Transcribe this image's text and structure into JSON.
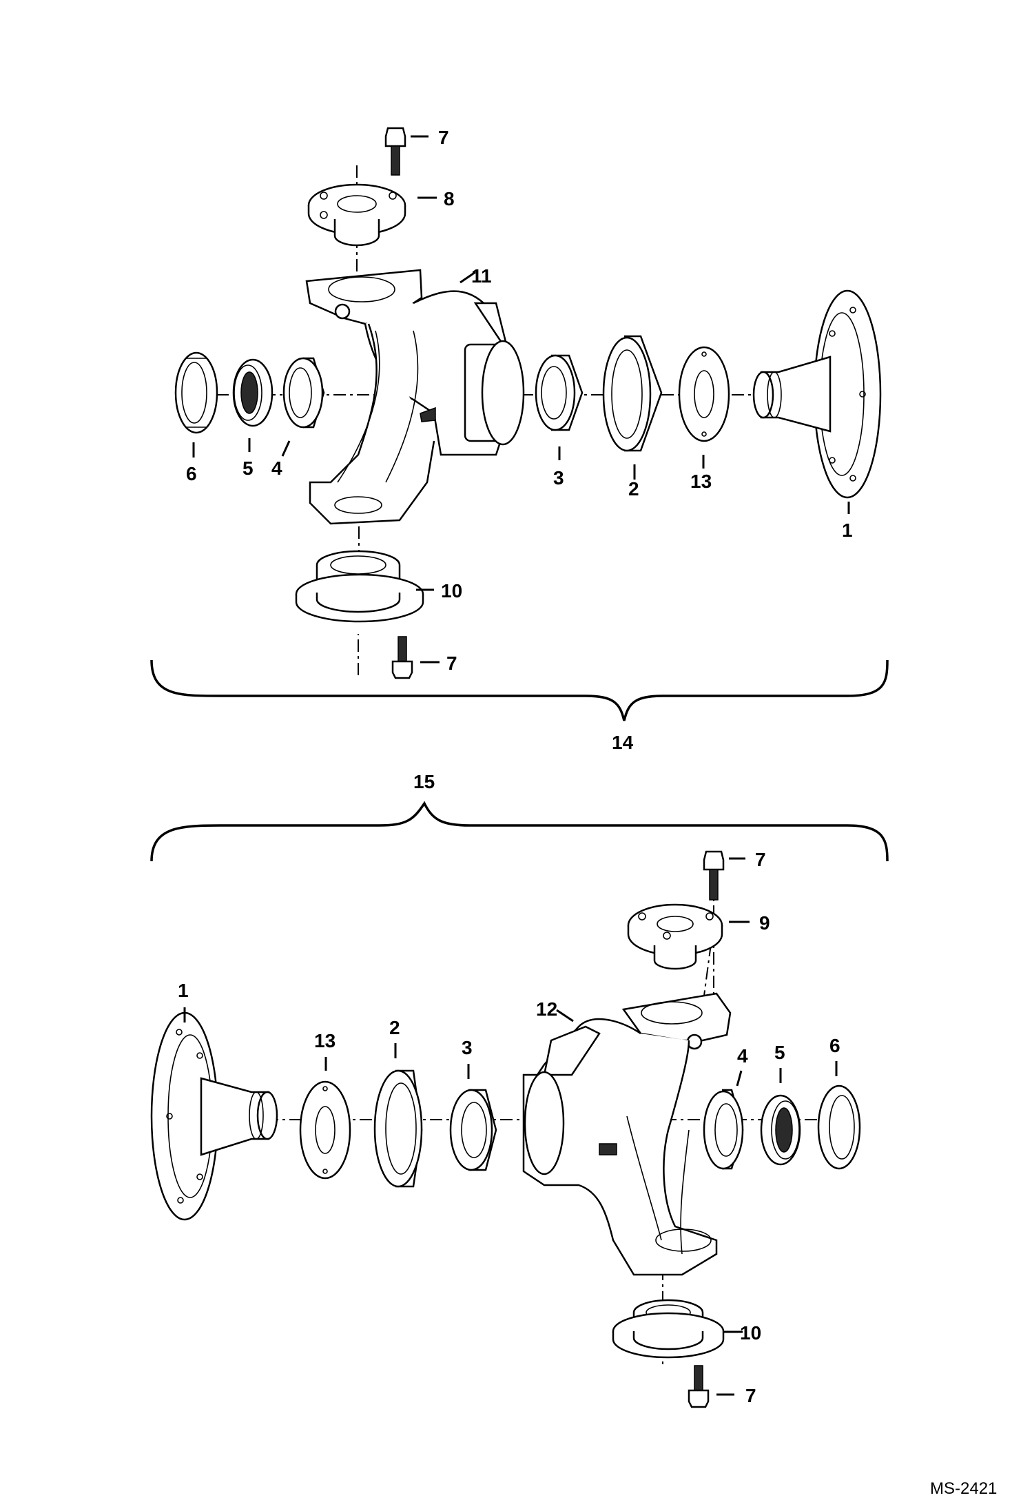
{
  "labels": {
    "l7a": "7",
    "l8": "8",
    "l11": "11",
    "l6a": "6",
    "l5a": "5",
    "l4a": "4",
    "l3a": "3",
    "l2a": "2",
    "l13a": "13",
    "l1a": "1",
    "l10a": "10",
    "l7b": "7",
    "l14": "14",
    "l15": "15",
    "l7c": "7",
    "l9": "9",
    "l12": "12",
    "l1b": "1",
    "l13b": "13",
    "l2b": "2",
    "l3b": "3",
    "l4b": "4",
    "l5b": "5",
    "l6b": "6",
    "l10b": "10",
    "l7d": "7"
  },
  "doc_id": "MS-2421"
}
